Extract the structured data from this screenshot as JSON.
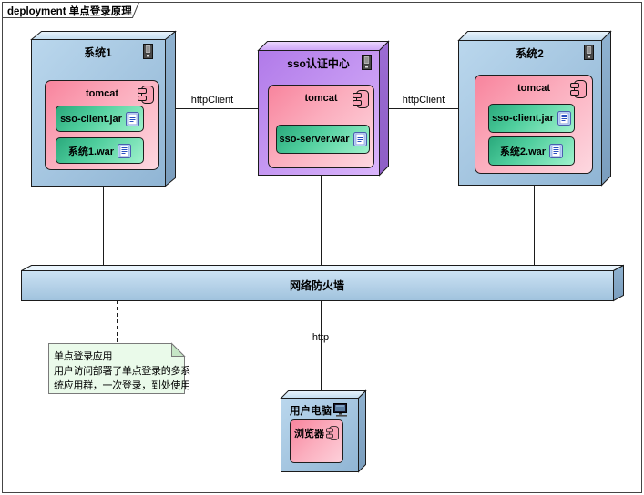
{
  "frame": {
    "title": "deployment 单点登录原理"
  },
  "nodes": {
    "system1": {
      "title": "系统1",
      "tomcat": {
        "title": "tomcat",
        "artifacts": [
          {
            "label": "sso-client.jar"
          },
          {
            "label": "系统1.war"
          }
        ]
      }
    },
    "sso_center": {
      "title": "sso认证中心",
      "tomcat": {
        "title": "tomcat",
        "artifacts": [
          {
            "label": "sso-server.war"
          }
        ]
      }
    },
    "system2": {
      "title": "系统2",
      "tomcat": {
        "title": "tomcat",
        "artifacts": [
          {
            "label": "sso-client.jar"
          },
          {
            "label": "系统2.war"
          }
        ]
      }
    },
    "firewall": {
      "title": "网络防火墙"
    },
    "user_pc": {
      "title": "用户电脑",
      "browser": {
        "title": "浏览器"
      }
    }
  },
  "edges": {
    "system1_sso": {
      "label": "httpClient"
    },
    "sso_system2": {
      "label": "httpClient"
    },
    "firewall_pc": {
      "label": "http"
    }
  },
  "note": {
    "lines": [
      "单点登录应用",
      "用户访问部署了单点登录的多系",
      "统应用群，一次登录，到处使用"
    ]
  },
  "icons": {
    "node": "server-tower-icon",
    "component": "uml-component-icon",
    "artifact": "document-icon",
    "user_pc": "monitor-icon"
  },
  "colors": {
    "node_blue_front": "#9ebfdc",
    "node_purple_front": "#bb8cf0",
    "component_pink": "#f895ab",
    "artifact_green": "#3cb98a",
    "firewall_blue": "#b3d2e8",
    "note_green": "#eafaea"
  }
}
